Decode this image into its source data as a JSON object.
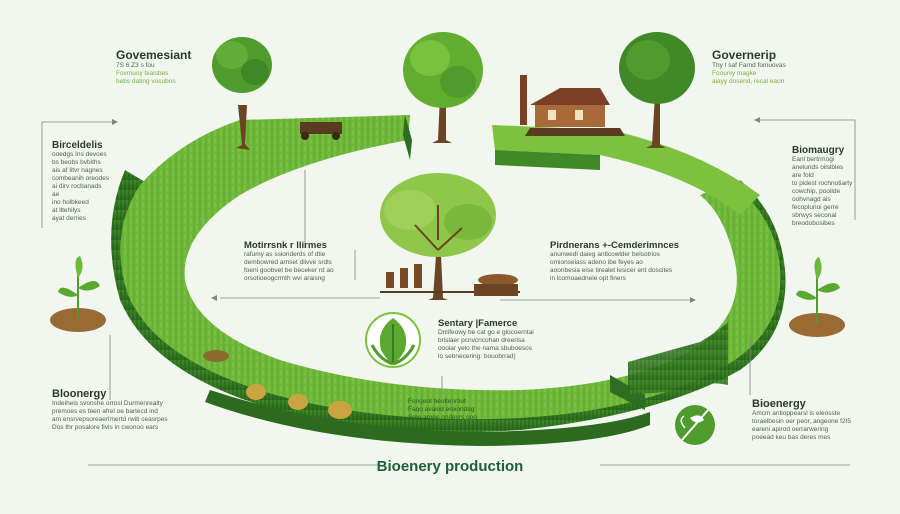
{
  "labels": {
    "top_left": {
      "title": "Govemesiant",
      "lines": [
        "7S 6 Z3 s fou"
      ],
      "green_lines": [
        "Fovmuoy biaisbes",
        "bebs dating vocubos"
      ]
    },
    "top_right": {
      "title": "Governerip",
      "lines": [
        "Thy I saf Farnd fomuovas"
      ],
      "green_lines": [
        "Foouniy magke",
        "aiayy dosend, recal eaon"
      ]
    },
    "left_mid": {
      "title": "Birceldelis",
      "lines": [
        "ooedgs Ins devoes",
        "bs beobs bvbiths",
        "ais af litvr nagnes",
        "combeanih oreodes",
        "ai dirv rocbanads",
        "ae",
        "ino holbkeed",
        "at lltehilys",
        "ayat derries"
      ]
    },
    "right_mid": {
      "title": "Biomaugry",
      "lines": [
        "Eanl bertrmogi",
        "anelunds oilslbles",
        "are fold",
        "to pidest rochnotiarty",
        "cowchip, pooilde",
        "oohvnagd ais",
        "fecoplurioi gerre",
        "sbrwys seconal",
        "breodobosibes"
      ]
    },
    "center_left": {
      "title": "Motirrsnk r llirmes",
      "lines": [
        "rafumy as ssionderds of dtie",
        "dembowred arnset dlivve srdls",
        "foeni goobvet be beceker rd ao",
        "orsotioeogcrmth wvi araisng"
      ]
    },
    "center_right": {
      "title": "Pirdnerans +-Cemderimnces",
      "lines": [
        "anunwedl daieg antlcowlder belsotrios",
        "omionseiass adeno ibe feyes ao",
        "aoonbesia eise tirealet lesicer ent doscites",
        "in lcomoaedneie opt finers"
      ]
    },
    "center_bottom": {
      "title": "Sentary |Famerce",
      "lines": [
        "Dnlifeowy be cat go e glocoerntai",
        "brislaer pcnvcncohan dreerisa",
        "ooolar yelo the nama sbuboesos",
        "lo sebnecering: bouobrrad)"
      ]
    },
    "inner_bottom": {
      "lines": [
        "Fongeot beoltenrtiot",
        "Faqo avaiod ereiondag",
        "Smo amee ondeyrs ooo"
      ]
    },
    "bottom_left": {
      "title": "Bloonergy",
      "lines": [
        "Indeiheis svonshe orrosl Durmenrealty",
        "premoes es teen afrel oe bartecd ind",
        "am ensrvepsoreaerlmertd rwiti ceasrpes",
        "Dos thr posalore fivis in cwonoo ears"
      ]
    },
    "bottom_right": {
      "title": "Bioenergy",
      "lines": [
        "Amcm antioppearsl is eleosste",
        "toraelbesin oer peor, angeone f2I5",
        "eareni apirod oerrarwering",
        "poeead keu bas deres mes"
      ]
    },
    "footer": "Bioenery production"
  },
  "colors": {
    "background": "#f1f6ee",
    "grass_light": "#7cc23e",
    "grass_mid": "#4e9a2a",
    "grass_dark": "#2f6e22",
    "soil": "#9a6a34",
    "trunk": "#6b4424",
    "farm_roof": "#7a3f24",
    "title_dark": "#1f5f38"
  }
}
